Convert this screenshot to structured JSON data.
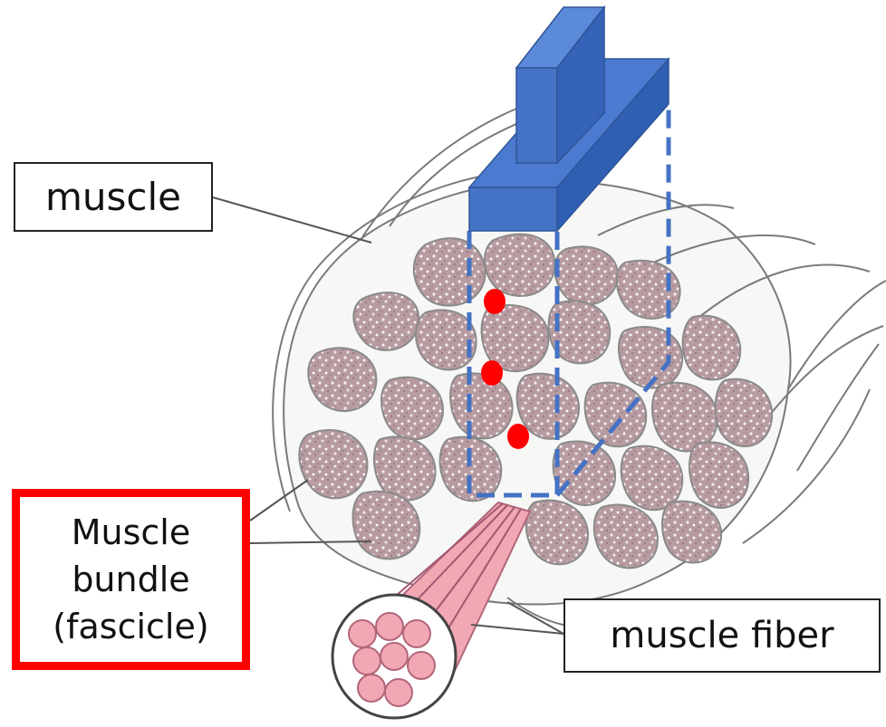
{
  "labels": {
    "muscle": "muscle",
    "bundle_line1": "Muscle",
    "bundle_line2": "bundle",
    "bundle_line3": "(fascicle)",
    "muscle_fiber": "muscle fiber"
  },
  "colors": {
    "probe": "#4472c4",
    "probe_dark": "#2f5597",
    "dashed_outline": "#4472c4",
    "marker": "#ff0000",
    "highlight_border": "#ff0000",
    "fascicle_fill": "#b7a2a6",
    "fiber_fill": "#f2a7b4"
  },
  "markers": [
    {
      "name": "measurement-point-1"
    },
    {
      "name": "measurement-point-2"
    },
    {
      "name": "measurement-point-3"
    }
  ]
}
